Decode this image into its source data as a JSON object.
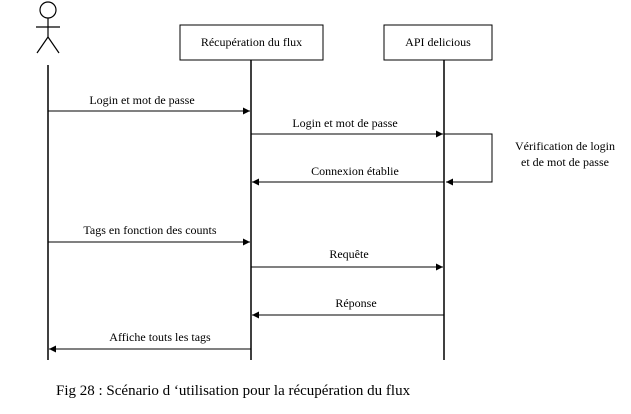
{
  "participants": {
    "flux": "Récupération du flux",
    "api": "API delicious"
  },
  "messages": {
    "m1": "Login et mot de passe",
    "m2": "Login et mot de passe",
    "m3": "Connexion établie",
    "m4": "Tags en fonction des counts",
    "m5": "Requête",
    "m6": "Réponse",
    "m7": "Affiche touts les tags"
  },
  "note": "Vérification  de login et de mot de passe",
  "caption": "Fig 28 : Scénario d ‘utilisation pour la récupération du flux"
}
